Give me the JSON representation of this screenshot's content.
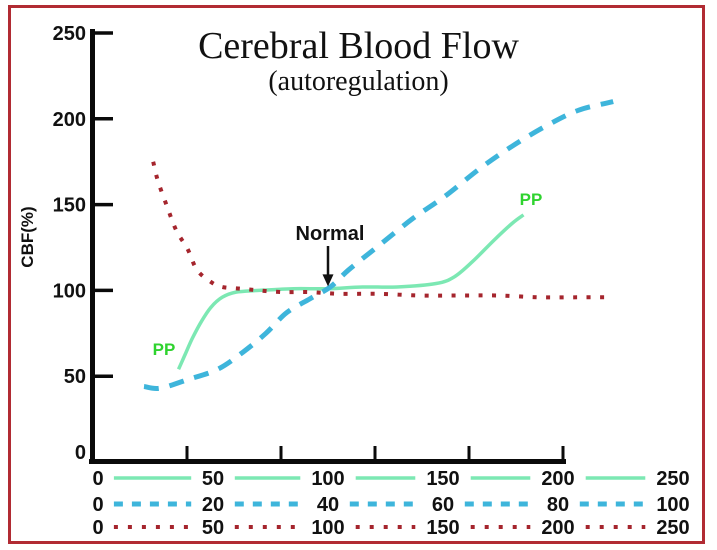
{
  "title": "Cerebral Blood Flow",
  "subtitle": "(autoregulation)",
  "y_axis_label": "CBF(%)",
  "annotations": {
    "normal": "Normal",
    "pp_left": "PP",
    "pp_right": "PP"
  },
  "colors": {
    "frame_border": "#b12b33",
    "axis": "#0a0a0a",
    "green_curve": "#7ce8b3",
    "green_label_text": "#2fd32f",
    "blue_curve": "#3eb5db",
    "red_curve": "#a5252d",
    "text": "#111111"
  },
  "chart_data": {
    "type": "line",
    "title": "Cerebral Blood Flow",
    "subtitle": "(autoregulation)",
    "ylabel": "CBF(%)",
    "ylim": [
      0,
      250
    ],
    "xlim": [
      0,
      250
    ],
    "grid": false,
    "legend_position": "bottom",
    "y_ticks": [
      0,
      50,
      100,
      150,
      200,
      250
    ],
    "x_axis_tick_marks": [
      50,
      100,
      150,
      200,
      250
    ],
    "x_scale_rows": [
      {
        "id": "green-solid-scale",
        "series": "PP",
        "style": "solid",
        "color": "#7ce8b3",
        "labels": [
          "0",
          "50",
          "100",
          "150",
          "200",
          "250"
        ]
      },
      {
        "id": "blue-dashed-scale",
        "series": "blue-dashed",
        "style": "dashed",
        "color": "#3eb5db",
        "labels": [
          "0",
          "20",
          "40",
          "60",
          "80",
          "100"
        ]
      },
      {
        "id": "red-dotted-scale",
        "series": "red-dotted",
        "style": "dotted",
        "color": "#a5252d",
        "labels": [
          "0",
          "50",
          "100",
          "150",
          "200",
          "250"
        ]
      }
    ],
    "series": [
      {
        "name": "PP",
        "label": "PP",
        "style": "solid",
        "color": "#7ce8b3",
        "points": [
          [
            35,
            54
          ],
          [
            38,
            63
          ],
          [
            41,
            72
          ],
          [
            45,
            82
          ],
          [
            49,
            90
          ],
          [
            54,
            96
          ],
          [
            60,
            99
          ],
          [
            70,
            100
          ],
          [
            85,
            101
          ],
          [
            100,
            101
          ],
          [
            115,
            102
          ],
          [
            130,
            102
          ],
          [
            147,
            104
          ],
          [
            155,
            108
          ],
          [
            163,
            117
          ],
          [
            172,
            129
          ],
          [
            180,
            139
          ],
          [
            185,
            144
          ]
        ]
      },
      {
        "name": "blue-dashed",
        "label": "",
        "style": "dashed",
        "color": "#3eb5db",
        "points": [
          [
            20,
            44
          ],
          [
            27,
            43
          ],
          [
            39,
            48
          ],
          [
            52,
            54
          ],
          [
            63,
            64
          ],
          [
            73,
            75
          ],
          [
            82,
            87
          ],
          [
            92,
            95
          ],
          [
            101,
            102
          ],
          [
            109,
            112
          ],
          [
            122,
            126
          ],
          [
            137,
            142
          ],
          [
            151,
            155
          ],
          [
            166,
            171
          ],
          [
            180,
            184
          ],
          [
            195,
            196
          ],
          [
            209,
            205
          ],
          [
            224,
            210
          ]
        ]
      },
      {
        "name": "red-dotted",
        "label": "",
        "style": "dotted",
        "color": "#a5252d",
        "points": [
          [
            24,
            175
          ],
          [
            26,
            164
          ],
          [
            30,
            149
          ],
          [
            34,
            135
          ],
          [
            39,
            124
          ],
          [
            43,
            112
          ],
          [
            49,
            105
          ],
          [
            54,
            102
          ],
          [
            62,
            101
          ],
          [
            70,
            100
          ],
          [
            80,
            99
          ],
          [
            92,
            99
          ],
          [
            105,
            98
          ],
          [
            122,
            98
          ],
          [
            140,
            97
          ],
          [
            157,
            97
          ],
          [
            174,
            97
          ],
          [
            192,
            96
          ],
          [
            209,
            96
          ],
          [
            224,
            96
          ]
        ]
      }
    ],
    "annotation": {
      "label": "Normal",
      "arrow_to_x": 100,
      "arrow_to_cbf": 100
    }
  }
}
